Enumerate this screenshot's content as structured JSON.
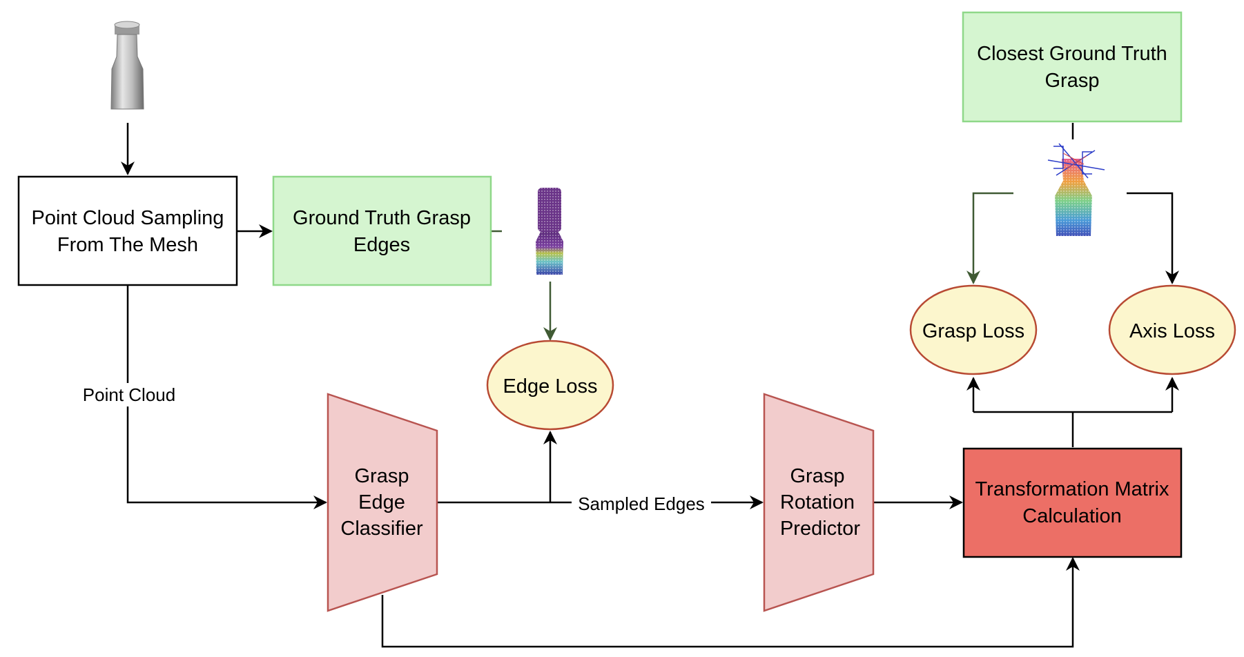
{
  "nodes": {
    "pc_sampling": {
      "lines": [
        "Point Cloud Sampling",
        "From The Mesh"
      ]
    },
    "gt_grasp_edges": {
      "lines": [
        "Ground Truth Grasp",
        "Edges"
      ]
    },
    "closest_gt": {
      "lines": [
        "Closest Ground Truth",
        "Grasp"
      ]
    },
    "edge_loss": {
      "lines": [
        "Edge Loss"
      ]
    },
    "grasp_loss": {
      "lines": [
        "Grasp Loss"
      ]
    },
    "axis_loss": {
      "lines": [
        "Axis Loss"
      ]
    },
    "edge_classifier": {
      "lines": [
        "Grasp",
        "Edge",
        "Classifier"
      ]
    },
    "rotation_predictor": {
      "lines": [
        "Grasp",
        "Rotation",
        "Predictor"
      ]
    },
    "transform_calc": {
      "lines": [
        "Transformation Matrix",
        "Calculation"
      ]
    }
  },
  "edge_labels": {
    "point_cloud": "Point Cloud",
    "sampled_edges": "Sampled Edges"
  },
  "colors": {
    "green_fill": "#d5f5d0",
    "green_stroke": "#8fd889",
    "ellipse_fill": "#fcf6cd",
    "ellipse_stroke": "#b84a33",
    "trap_fill": "#f2cccc",
    "trap_stroke": "#b85450",
    "red_fill": "#ec6f66",
    "dark_green_arrow": "#3f5a33"
  },
  "icons": [
    "bottle-mesh-icon",
    "edge-point-cloud-icon",
    "grasp-point-cloud-icon"
  ]
}
